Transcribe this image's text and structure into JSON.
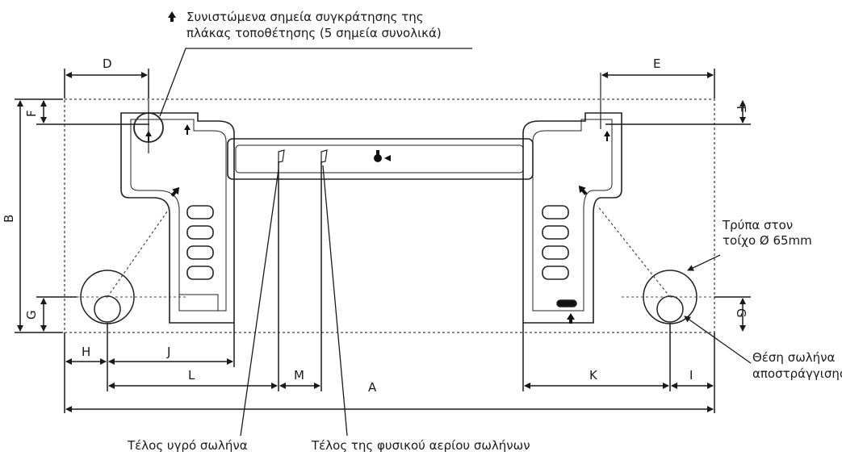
{
  "notes": {
    "recommended_line1": "Συνιστώμενα σημεία συγκράτησης της",
    "recommended_line2": "πλάκας τοποθέτησης (5 σημεία συνολικά)",
    "wall_hole_line1": "Τρύπα στον",
    "wall_hole_line2": "τοίχο Ø 65mm",
    "drain_line1": "Θέση σωλήνα",
    "drain_line2": "αποστράγγισης",
    "liquid_pipe_end": "Τέλος υγρό σωλήνα",
    "gas_pipe_end": "Τέλος της φυσικού αερίου σωλήνων"
  },
  "dimensions": {
    "A": "A",
    "B": "B",
    "D": "D",
    "E": "E",
    "F_left": "F",
    "F_right": "F",
    "G_left": "G",
    "G_right": "G",
    "H": "H",
    "I": "I",
    "J": "J",
    "K": "K",
    "L": "L",
    "M": "M"
  },
  "icons": {
    "arrow_up": "arrow-up-icon",
    "screw": "screw-icon"
  }
}
